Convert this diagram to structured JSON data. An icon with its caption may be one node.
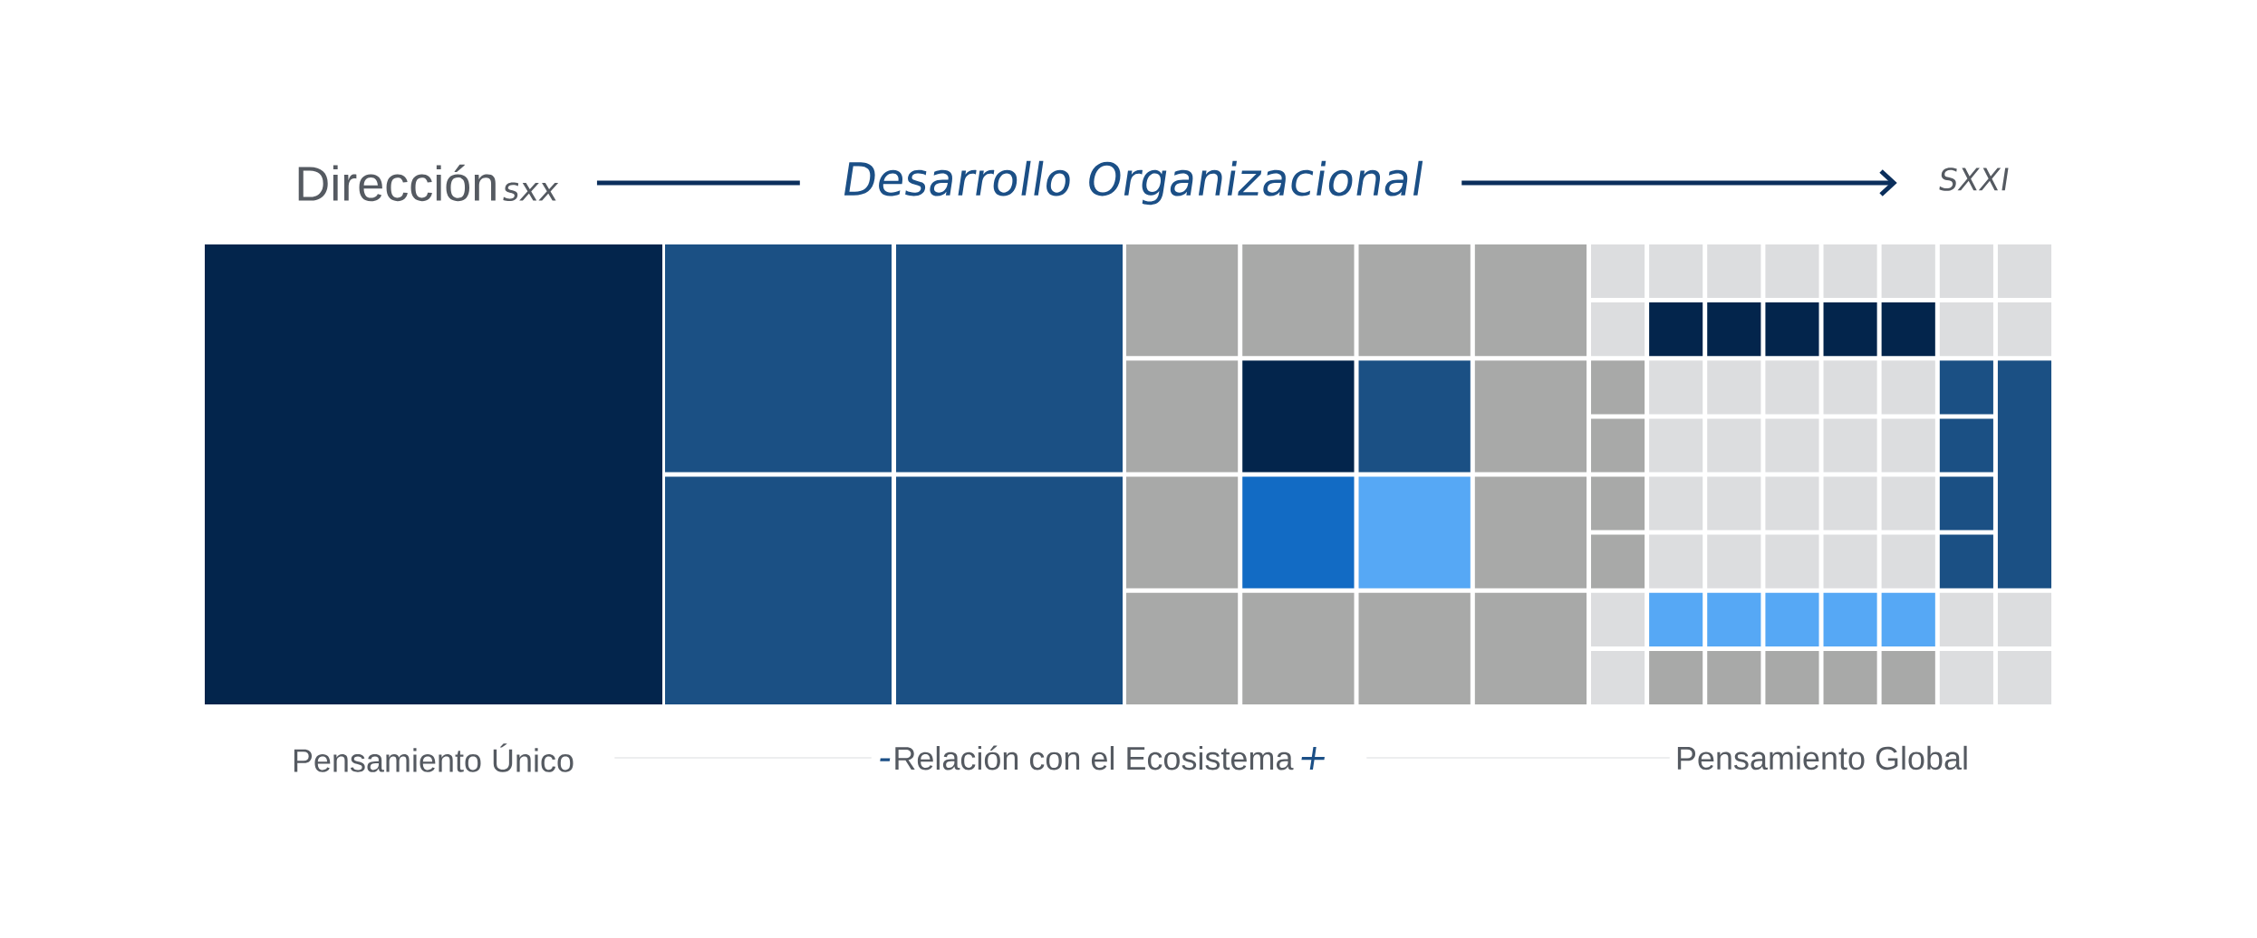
{
  "diagram": {
    "nodes": [
      {
        "text": [
          "Dirección",
          "sxx"
        ]
      },
      {
        "text": [
          "Desarrollo Organizacional"
        ]
      },
      {
        "text": [
          "SXXI"
        ]
      },
      {
        "text": [
          "Pensamiento Único"
        ]
      },
      {
        "text": [
          "-",
          "Relación con el Ecosistema",
          "+"
        ]
      },
      {
        "text": [
          "Pensamiento Global"
        ]
      }
    ],
    "edges": [
      {
        "from": 0,
        "to": 1,
        "arrow": "none",
        "style": "thick",
        "color": "#0b2f5c"
      },
      {
        "from": 1,
        "to": 2,
        "arrow": "to",
        "style": "thick",
        "color": "#0b2f5c"
      },
      {
        "from": 3,
        "to": 4,
        "arrow": "none",
        "color": "#dcdddf"
      },
      {
        "from": 4,
        "to": 5,
        "arrow": "none",
        "color": "#dcdddf"
      }
    ]
  }
}
